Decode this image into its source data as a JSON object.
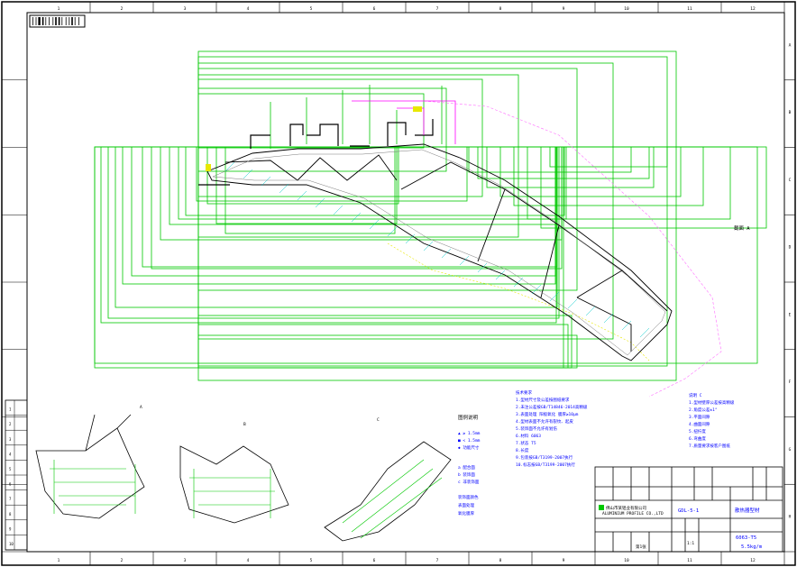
{
  "colors": {
    "frame": "#000000",
    "dim": "#00c800",
    "profile": "#000000",
    "note": "#0000ff",
    "magenta": "#ff00ff",
    "yellow": "#e8e800",
    "hatch": "#00c8c8"
  },
  "barcode_icon": "barcode-icon",
  "border": {
    "top_marks": [
      "1",
      "2",
      "3",
      "4",
      "5",
      "6",
      "7",
      "8",
      "9",
      "10",
      "11",
      "12"
    ],
    "side_marks": [
      "A",
      "B",
      "C",
      "D",
      "E",
      "F",
      "G",
      "H"
    ]
  },
  "labels": {
    "main_callout": "截面 A",
    "detail_a": "A",
    "detail_b": "B",
    "detail_c": "C"
  },
  "legend": {
    "title": "图例说明",
    "rows": [
      "▲ ≥ 1.5mm",
      "■ < 1.5mm",
      "◆ 功能尺寸"
    ],
    "sub_rows": [
      "a 配合面",
      "b 装饰面",
      "c 非装饰面"
    ],
    "extra_rows": [
      "装饰面颜色",
      "表面处理",
      "氧化膜厚"
    ]
  },
  "notes_left": {
    "title": "技术要求",
    "lines": [
      "1.型材尺寸及公差按图纸要求",
      "2.未注公差按GB/T14846-2014高精级",
      "3.表面处理 阳极氧化 膜厚≥10μm",
      "4.型材表面不允许有裂纹、起皮",
      "5.装饰面不允许有划伤",
      "6.材料 6063",
      "7.状态 T5",
      "8.长度",
      "9.包装按GB/T3199-2007执行",
      "10.标志按GB/T3199-2007执行"
    ]
  },
  "notes_right": {
    "title": "说明 C",
    "lines": [
      "1.型材壁厚公差按高精级",
      "2.角度公差±1°",
      "3.平面间隙",
      "4.曲面间隙",
      "5.扭拧度",
      "6.弯曲度",
      "7.质量要求按客户图纸"
    ]
  },
  "title_block": {
    "company": "佛山市某铝业有限公司",
    "company_en": "ALUMINIUM PROFILE CO.,LTD",
    "drawing_no": "GDL-5-1",
    "name": "散热器型材",
    "scale": "1:1",
    "weight": "5.5kg/m",
    "sheet": "第1张",
    "material": "6063-T5"
  },
  "revision_rows": [
    "1",
    "2",
    "3",
    "4",
    "5",
    "6",
    "7",
    "8",
    "9",
    "10"
  ]
}
